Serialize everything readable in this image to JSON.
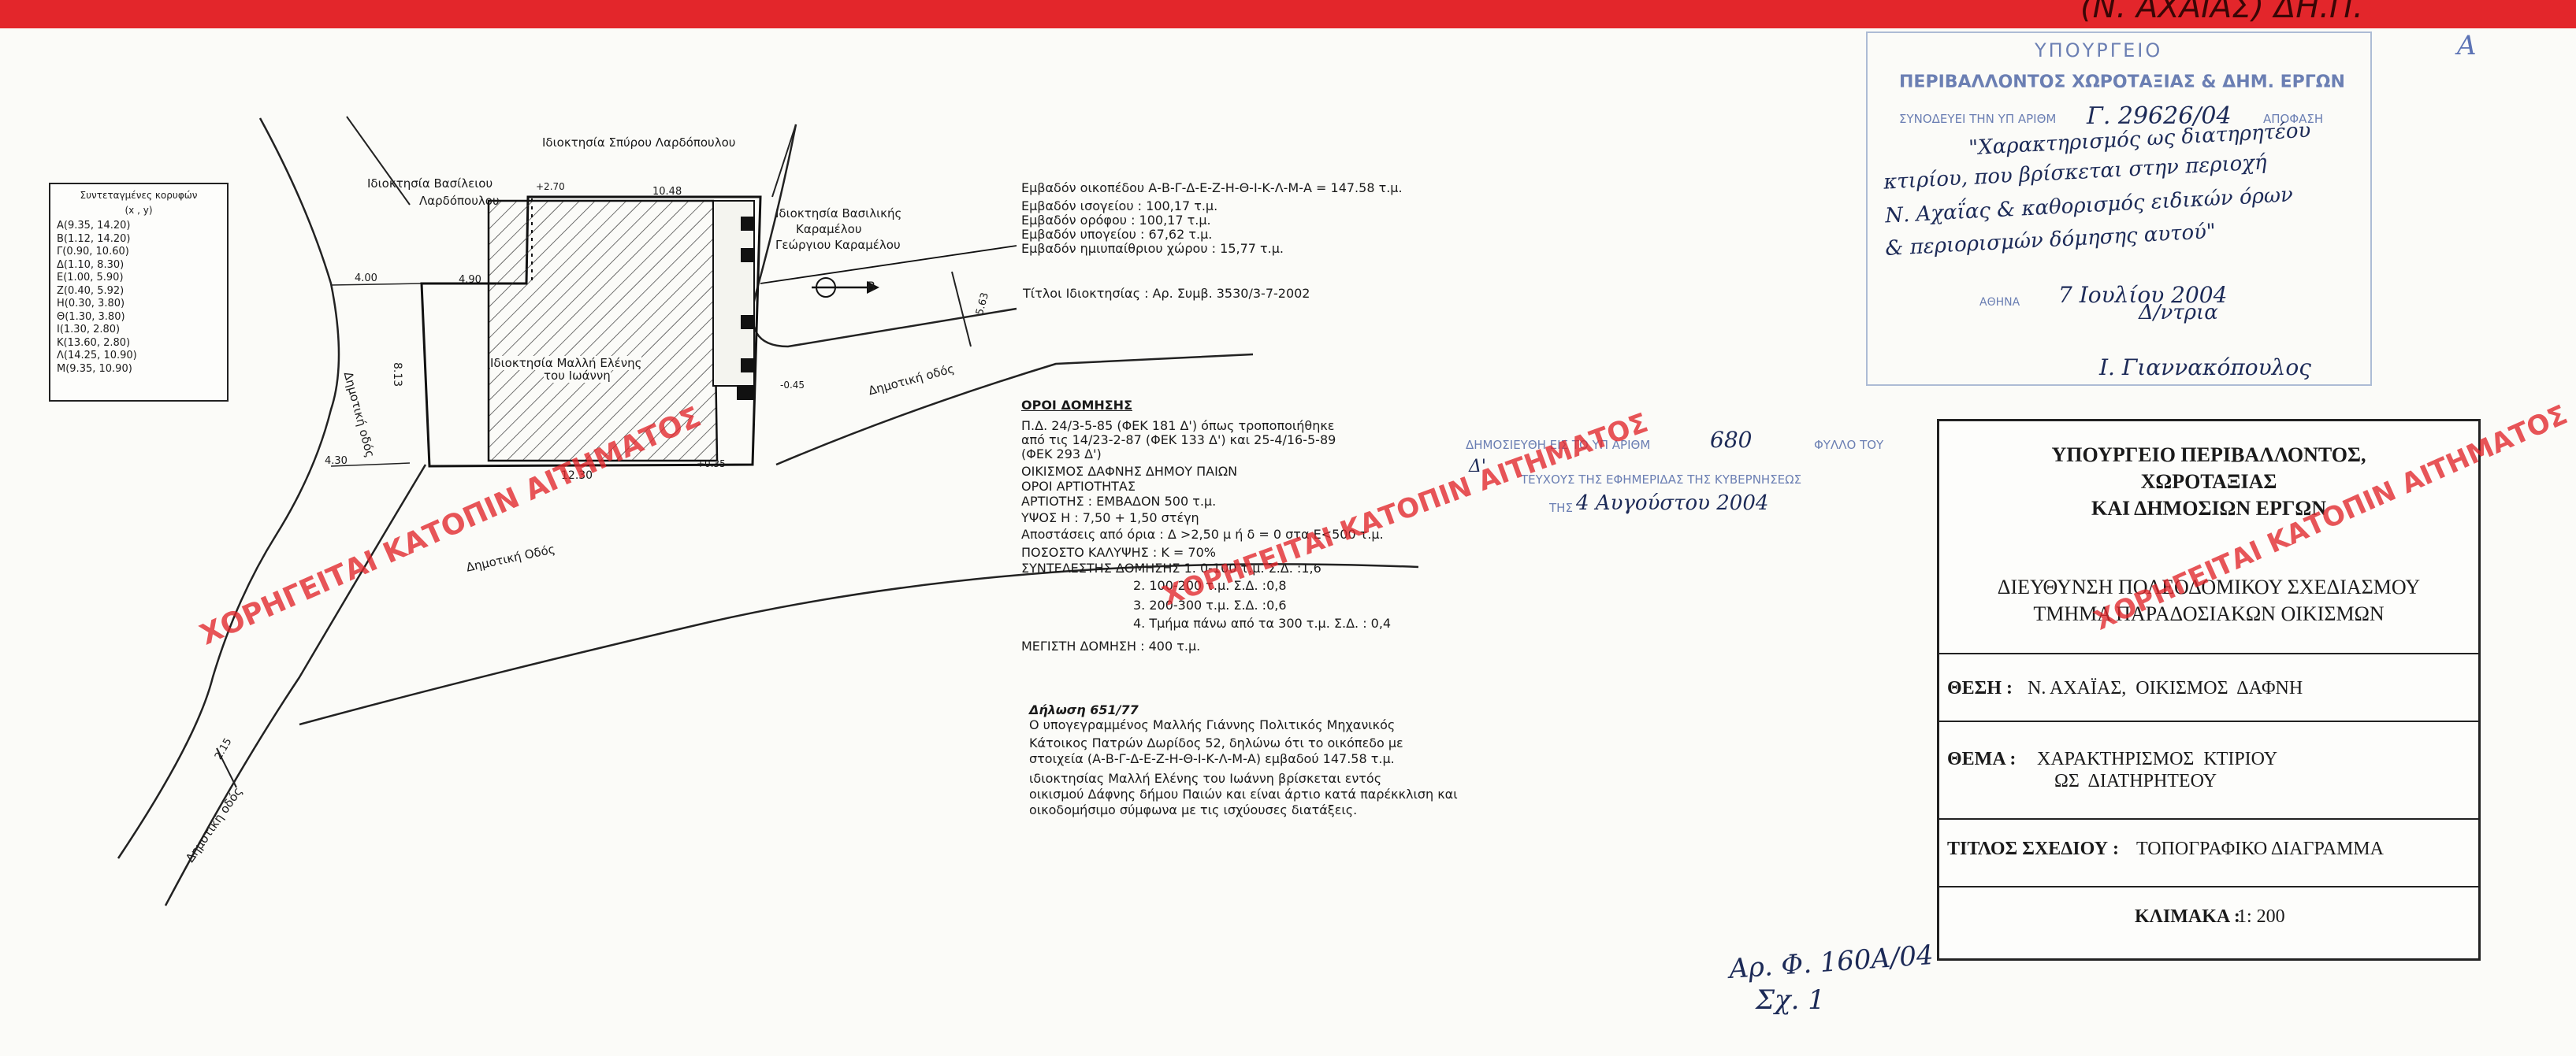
{
  "header_bar": {
    "text": "(N. AXAIAΣ) ΔΗ.Π."
  },
  "corner_mark": "A",
  "coordinates_box": {
    "title": "Συντεταγμένες κορυφών",
    "subtitle": "(x , y)",
    "rows": [
      "A(9.35, 14.20)",
      "B(1.12, 14.20)",
      "Γ(0.90, 10.60)",
      "Δ(1.10, 8.30)",
      "E(1.00, 5.90)",
      "Z(0.40, 5.92)",
      "H(0.30, 3.80)",
      "Θ(1.30, 3.80)",
      "I(1.30, 2.80)",
      "K(13.60, 2.80)",
      "Λ(14.25, 10.90)",
      "M(9.35, 10.90)"
    ]
  },
  "plan_labels": {
    "owner_top": "Ιδιοκτησία Σπύρου Λαρδόπουλου",
    "owner_left_1": "Ιδιοκτησία Βασίλειου",
    "owner_left_2": "Λαρδόπουλου",
    "owner_right_1": "Ιδιοκτησία Βασιλικής",
    "owner_right_2": "Καραμέλου",
    "owner_right_3": "Γεώργιου Καραμέλου",
    "owner_main_1": "Ιδιοκτησία Μαλλή Ελένης",
    "owner_main_2": "του Ιωάννη",
    "road_left": "Δημοτική οδός",
    "road_right": "Δημοτική οδός",
    "road_bottom": "Δημοτική Οδός",
    "road_bottom_left": "Δημοτική οδός",
    "dim_12_30": "12.30",
    "dim_8_13": "8.13",
    "dim_4_90": "4.90",
    "dim_4_00": "4.00",
    "dim_4_30": "4.30",
    "dim_10_48": "10.48",
    "dim_5_63": "5.63",
    "dim_2_15": "2.15",
    "dim_7_70": "+2.70",
    "dim_0_35": "+0.35",
    "dim_0_45": "-0.45",
    "north_label": "B"
  },
  "areas": {
    "plot": "Εμβαδόν οικοπέδου Α-Β-Γ-Δ-Ε-Ζ-Η-Θ-Ι-Κ-Λ-Μ-Α = 147.58 τ.μ.",
    "ground": "Εμβαδόν ισογείου : 100,17 τ.μ.",
    "floor": "Εμβαδόν ορόφου : 100,17 τ.μ.",
    "basement": "Εμβαδόν υπογείου : 67,62 τ.μ.",
    "semi_open": "Εμβαδόν ημιυπαίθριου χώρου : 15,77 τ.μ.",
    "title_deed": "Τίτλοι Ιδιοκτησίας : Αρ. Συμβ. 3530/3-7-2002"
  },
  "building_terms": {
    "heading": "ΟΡΟΙ ΔΟΜΗΣΗΣ",
    "lines": [
      "Π.Δ. 24/3-5-85 (ΦΕΚ 181 Δ') όπως τροποποιήθηκε",
      "από τις 14/23-2-87 (ΦΕΚ 133 Δ') και 25-4/16-5-89",
      "(ΦΕΚ 293 Δ')",
      "ΟΙΚΙΣΜΟΣ ΔΑΦΝΗΣ ΔΗΜΟΥ ΠΑΙΩΝ",
      "ΟΡΟΙ ΑΡΤΙΟΤΗΤΑΣ",
      "ΑΡΤΙΟΤΗΣ : ΕΜΒΑΔΟΝ 500 τ.μ.",
      "ΥΨΟΣ Η : 7,50 + 1,50 στέγη",
      "Αποστάσεις από όρια : Δ >2,50 μ ή δ = 0 στα Ε<500 τ.μ.",
      "ΠΟΣΟΣΤΟ ΚΑΛΥΨΗΣ : Κ = 70%",
      "ΣΥΝΤΕΛΕΣΤΗΣ ΔΟΜΗΣΗΣ 1. 0-100 τ.μ. Σ.Δ. :1,6",
      "2. 100-200 τ.μ. Σ.Δ. :0,8",
      "3. 200-300 τ.μ. Σ.Δ. :0,6",
      "4. Τμήμα πάνω από τα 300 τ.μ. Σ.Δ. : 0,4",
      "ΜΕΓΙΣΤΗ ΔΟΜΗΣΗ : 400 τ.μ."
    ]
  },
  "declaration": {
    "heading": "Δήλωση 651/77",
    "lines": [
      "Ο υπογεγραμμένος Μαλλής Γιάννης Πολιτικός Μηχανικός",
      "Κάτοικος Πατρών Δωρίδος 52, δηλώνω ότι το οικόπεδο με",
      "στοιχεία (Α-Β-Γ-Δ-Ε-Ζ-Η-Θ-Ι-Κ-Λ-Μ-Α) εμβαδού 147.58 τ.μ.",
      "ιδιοκτησίας Μαλλή Ελένης του Ιωάννη βρίσκεται εντός",
      "οικισμού Δάφνης δήμου Παιών και είναι άρτιο κατά παρέκκλιση και",
      "οικοδομήσιμο σύμφωνα με τις ισχύουσες διατάξεις."
    ]
  },
  "stamp": {
    "ministry_1": "ΥΠΟΥΡΓΕΙΟ",
    "ministry_2": "ΠΕΡΙΒΑΛΛΟΝΤΟΣ ΧΩΡΟΤΑΞΙΑΣ & ΔΗΜ. ΕΡΓΩΝ",
    "decision_prefix": "ΣΥΝΟΔΕΥΕΙ ΤΗΝ ΥΠ ΑΡΙΘΜ",
    "decision_no": "Γ. 29626/04",
    "decision_suffix": "ΑΠΟΦΑΣΗ",
    "hw_lines": [
      "\"Χαρακτηρισμός ως διατηρητέου",
      "κτιρίου, που βρίσκεται στην περιοχή",
      "Ν. Αχαΐας & καθορισμός ειδικών όρων",
      "& περιορισμών δόμησης αυτού\""
    ],
    "athens_label": "ΑΘΗΝΑ",
    "date_hw": "7 Ιουλίου 2004",
    "director_hw": "Δ/ντρια",
    "signature_hw": "Ι. Γιαννακόπουλος"
  },
  "gazette_stamp": {
    "line1_prefix": "ΔΗΜΟΣΙΕΥΘΗ ΕΙΣ ΤΟ ΥΠ ΑΡΙΘΜ",
    "sheet_no": "680",
    "line1_suffix": "ΦΥΛΛΟ ΤΟΥ",
    "issue": "Δ'",
    "line2": "ΤΕΥΧΟΥΣ ΤΗΣ ΕΦΗΜΕΡΙΔΑΣ ΤΗΣ ΚΥΒΕΡΝΗΣΕΩΣ",
    "line3_prefix": "ΤΗΣ",
    "date": "4 Αυγούστου 2004"
  },
  "title_block": {
    "ministry_1": "ΥΠΟΥΡΓΕΙΟ ΠΕΡΙΒΑΛΛΟΝΤΟΣ,",
    "ministry_2": "ΧΩΡΟΤΑΞΙΑΣ",
    "ministry_3": "ΚΑΙ ΔΗΜΟΣΙΩΝ ΕΡΓΩΝ",
    "directorate_1": "ΔΙΕΥΘΥΝΣΗ ΠΟΛΕΟΔΟΜΙΚΟΥ ΣΧΕΔΙΑΣΜΟΥ",
    "directorate_2": "ΤΜΗΜΑ ΠΑΡΑΔΟΣΙΑΚΩΝ ΟΙΚΙΣΜΩΝ",
    "location_label": "ΘΕΣΗ :",
    "location_value": "Ν. ΑΧΑΪΑΣ,  ΟΙΚΙΣΜΟΣ  ΔΑΦΝΗ",
    "subject_label": "ΘΕΜΑ :",
    "subject_value_1": "ΧΑΡΑΚΤΗΡΙΣΜΟΣ  ΚΤΙΡΙΟΥ",
    "subject_value_2": "ΩΣ  ΔΙΑΤΗΡΗΤΕΟΥ",
    "drawing_label": "ΤΙΤΛΟΣ ΣΧΕΔΙΟΥ :",
    "drawing_value": "ΤΟΠΟΓΡΑΦΙΚΟ ΔΙΑΓΡΑΜΜΑ",
    "scale_label": "ΚΛΙΜΑΚΑ :",
    "scale_value": "1: 200"
  },
  "archive_note": {
    "line1": "Αρ. Φ. 160Α/04",
    "line2": "Σχ. 1"
  },
  "watermark": "ΧΟΡΗΓΕΙΤΑΙ ΚΑΤΟΠΙΝ ΑΙΤΗΜΑΤΟΣ"
}
